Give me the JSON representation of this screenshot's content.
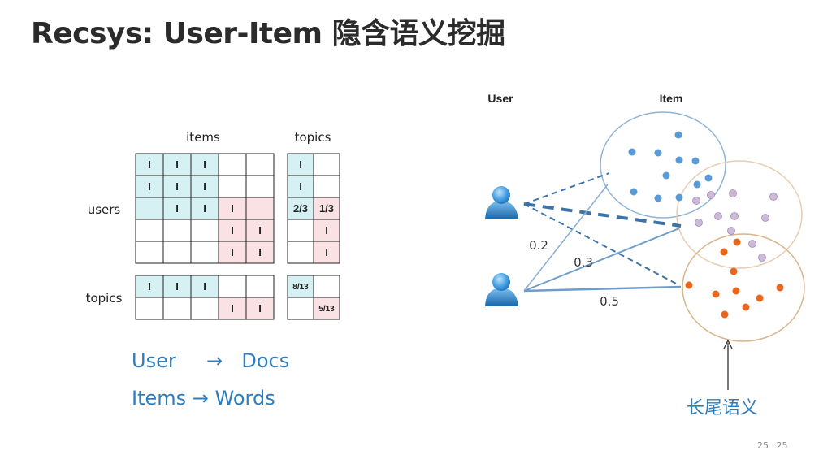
{
  "title": "Recsys: User-Item 隐含语义挖掘",
  "matrix": {
    "items_label": "items",
    "topics_label": "topics",
    "users_label": "users",
    "topics_row_label": "topics",
    "one": "I",
    "users_topics": [
      "2/3",
      "1/3"
    ],
    "topics_topics": [
      "8/13",
      "5/13"
    ]
  },
  "mapping": {
    "line1_left": "User",
    "line1_arrow": "→",
    "line1_right": "Docs",
    "line2_left": "Items",
    "line2_arrow": "→",
    "line2_right": "Words"
  },
  "diagram": {
    "user_label": "User",
    "item_label": "Item",
    "weights": [
      "0.2",
      "0.3",
      "0.5"
    ],
    "long_tail_label": "长尾语义"
  },
  "colors": {
    "title": "#2b2b2b",
    "accent_blue": "#2f7dbd",
    "cell_blue": "#d5f1f4",
    "cell_pink": "#fae1e3",
    "dot_blue": "#5b9bd5",
    "dot_lilac": "#c9b8d8",
    "dot_orange": "#e8661e"
  },
  "slide_number": "25   25"
}
